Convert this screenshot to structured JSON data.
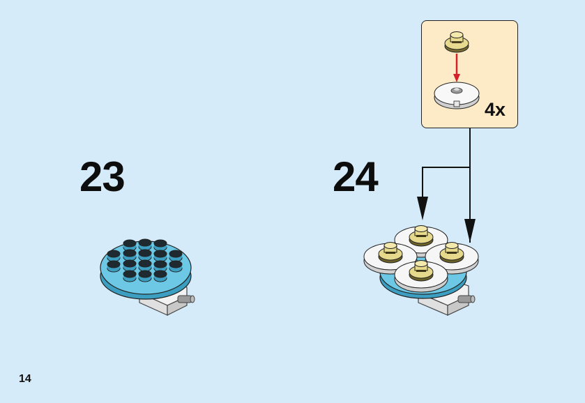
{
  "page": {
    "number": "14",
    "background": "#d6ebfa"
  },
  "steps": [
    {
      "number": "23"
    },
    {
      "number": "24"
    }
  ],
  "callout": {
    "quantity": "4x",
    "background": "#fcebc6",
    "arrow_color": "#d4202a"
  },
  "colors": {
    "light_blue": "#69c6e3",
    "light_blue_dark": "#3c9ec0",
    "white_part": "#f6f6f6",
    "gold_part": "#e7d98c",
    "gold_dark": "#8a7c3c",
    "gray_part": "#9a9a9a"
  }
}
